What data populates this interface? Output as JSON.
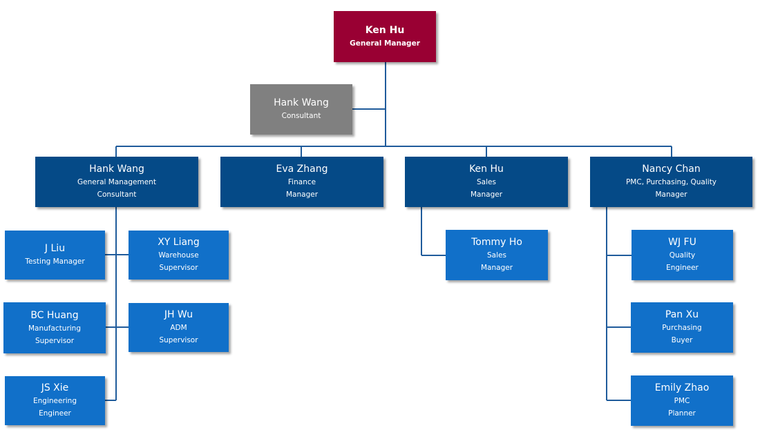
{
  "colors": {
    "top": "#990033",
    "consultant": "#808080",
    "dept": "#054a87",
    "staff": "#1170c9",
    "line": "#1f5b9b"
  },
  "nodes": {
    "ken_hu_gm": {
      "name": "Ken Hu",
      "lines": [
        "General Manager"
      ]
    },
    "hank_wang_consultant": {
      "name": "Hank Wang",
      "lines": [
        "Consultant"
      ]
    },
    "hank_wang_gmc": {
      "name": "Hank Wang",
      "lines": [
        "General Management",
        "Consultant"
      ]
    },
    "eva_zhang": {
      "name": "Eva Zhang",
      "lines": [
        "Finance",
        "Manager"
      ]
    },
    "ken_hu_sales": {
      "name": "Ken Hu",
      "lines": [
        "Sales",
        "Manager"
      ]
    },
    "nancy_chan": {
      "name": "Nancy Chan",
      "lines": [
        "PMC, Purchasing, Quality",
        "Manager"
      ]
    },
    "j_liu": {
      "name": "J Liu",
      "lines": [
        "Testing Manager"
      ]
    },
    "xy_liang": {
      "name": "XY Liang",
      "lines": [
        "Warehouse",
        "Supervisor"
      ]
    },
    "bc_huang": {
      "name": "BC Huang",
      "lines": [
        "Manufacturing",
        "Supervisor"
      ]
    },
    "jh_wu": {
      "name": "JH Wu",
      "lines": [
        "ADM",
        "Supervisor"
      ]
    },
    "js_xie": {
      "name": "JS Xie",
      "lines": [
        "Engineering",
        "Engineer"
      ]
    },
    "tommy_ho": {
      "name": "Tommy Ho",
      "lines": [
        "Sales",
        "Manager"
      ]
    },
    "wj_fu": {
      "name": "WJ FU",
      "lines": [
        "Quality",
        "Engineer"
      ]
    },
    "pan_xu": {
      "name": "Pan Xu",
      "lines": [
        "Purchasing",
        "Buyer"
      ]
    },
    "emily_zhao": {
      "name": "Emily Zhao",
      "lines": [
        "PMC",
        "Planner"
      ]
    }
  }
}
